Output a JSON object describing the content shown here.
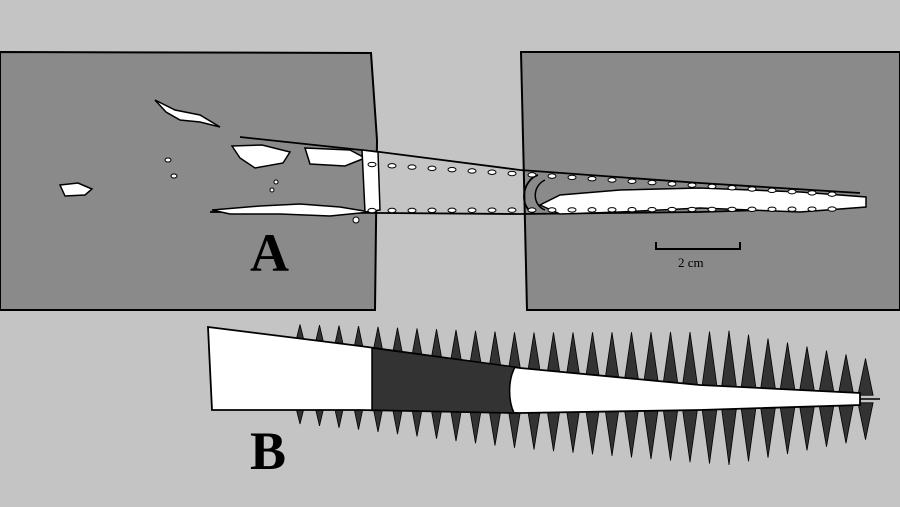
{
  "figure": {
    "panel_a_label": "A",
    "panel_b_label": "B",
    "scale_bar_text": "2 cm"
  },
  "colors": {
    "background": "#c4c4c4",
    "slab": "#8a8a8a",
    "fossil": "#ffffff",
    "outline": "#000000",
    "teeth": "#333333",
    "dark_band": "#333333"
  }
}
